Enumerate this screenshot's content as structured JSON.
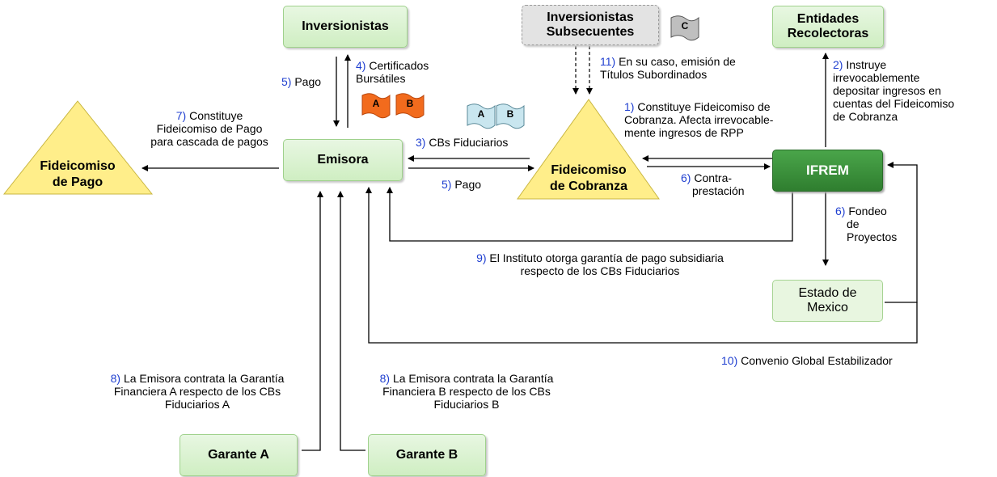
{
  "nodes": {
    "inversionistas": "Inversionistas",
    "inversionistas_subsecuentes": [
      "Inversionistas",
      "Subsecuentes"
    ],
    "entidades": [
      "Entidades",
      "Recolectoras"
    ],
    "emisora": "Emisora",
    "ifrem": "IFREM",
    "fideicomiso_pago": [
      "Fideicomiso",
      "de Pago"
    ],
    "fideicomiso_cobranza": [
      "Fideicomiso",
      "de Cobranza"
    ],
    "estado_mexico": [
      "Estado de",
      "Mexico"
    ],
    "garante_a": "Garante A",
    "garante_b": "Garante B"
  },
  "flags": {
    "a": "A",
    "b": "B",
    "c": "C"
  },
  "labels": {
    "l5_pago_left": {
      "num": "5)",
      "lines": [
        "Pago"
      ]
    },
    "l4": {
      "num": "4)",
      "lines": [
        "Certificados",
        "Bursátiles"
      ]
    },
    "l7": {
      "num": "7)",
      "lines": [
        "Constituye",
        "Fideicomiso de Pago",
        "para cascada de pagos"
      ]
    },
    "l11": {
      "num": "11)",
      "lines": [
        "En su caso, emisión de",
        "Títulos Subordinados"
      ]
    },
    "l1": {
      "num": "1)",
      "lines": [
        "Constituye Fideicomiso de",
        "Cobranza. Afecta irrevocable-",
        "mente ingresos de RPP"
      ]
    },
    "l2": {
      "num": "2)",
      "lines": [
        "Instruye",
        "irrevocablemente",
        "depositar ingresos en",
        "cuentas del Fideicomiso",
        "de Cobranza"
      ]
    },
    "l3": {
      "num": "3)",
      "lines": [
        "CBs Fiduciarios"
      ]
    },
    "l5_pago_mid": {
      "num": "5)",
      "lines": [
        "Pago"
      ]
    },
    "l6_contra": {
      "num": "6)",
      "lines": [
        "Contra-",
        "prestación"
      ]
    },
    "l6_fondeo": {
      "num": "6)",
      "lines": [
        "Fondeo",
        "de",
        "Proyectos"
      ]
    },
    "l9": {
      "num": "9)",
      "lines": [
        "El Instituto otorga garantía de pago subsidiaria",
        "respecto de los CBs Fiduciarios"
      ]
    },
    "l10": {
      "num": "10)",
      "lines": [
        "Convenio Global Estabilizador"
      ]
    },
    "l8a": {
      "num": "8)",
      "lines": [
        "La Emisora contrata  la Garantía",
        "Financiera A respecto de los CBs",
        "Fiduciarios A"
      ]
    },
    "l8b": {
      "num": "8)",
      "lines": [
        "La Emisora contrata la Garantía",
        "Financiera B respecto de los CBs",
        "Fiduciarios B"
      ]
    }
  },
  "colors": {
    "number": "#1f3fd0",
    "flag_orange": "#f26b1d",
    "flag_blue": "#c9e6ef",
    "flag_gray": "#bfbfbf"
  }
}
